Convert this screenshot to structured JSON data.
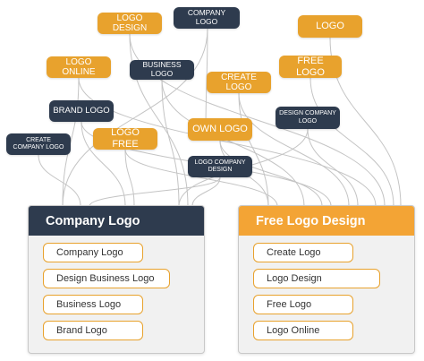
{
  "keywords": [
    {
      "id": "logo-design",
      "text": "LOGO DESIGN"
    },
    {
      "id": "company-logo",
      "text": "COMPANY LOGO"
    },
    {
      "id": "logo",
      "text": "LOGO"
    },
    {
      "id": "logo-online",
      "text": "LOGO ONLINE"
    },
    {
      "id": "business-logo",
      "text": "BUSINESS LOGO"
    },
    {
      "id": "free-logo",
      "text": "FREE LOGO"
    },
    {
      "id": "create-logo",
      "text": "CREATE LOGO"
    },
    {
      "id": "brand-logo",
      "text": "BRAND LOGO"
    },
    {
      "id": "design-company-logo",
      "text": "DESIGN COMPANY LOGO"
    },
    {
      "id": "logo-free",
      "text": "LOGO FREE"
    },
    {
      "id": "own-logo",
      "text": "OWN LOGO"
    },
    {
      "id": "create-company-logo",
      "text": "CREATE COMPANY LOGO"
    },
    {
      "id": "logo-company-design",
      "text": "LOGO COMPANY DESIGN"
    }
  ],
  "groups": [
    {
      "title": "Company Logo",
      "items": [
        "Company Logo",
        "Design Business Logo",
        "Business Logo",
        "Brand Logo"
      ]
    },
    {
      "title": "Free Logo Design",
      "items": [
        "Create Logo",
        "Logo Design",
        "Free Logo",
        "Logo Online"
      ]
    }
  ],
  "colors": {
    "orange": "#E8A22D",
    "navy": "#2E3B4E",
    "connector": "#c4c4c4"
  }
}
